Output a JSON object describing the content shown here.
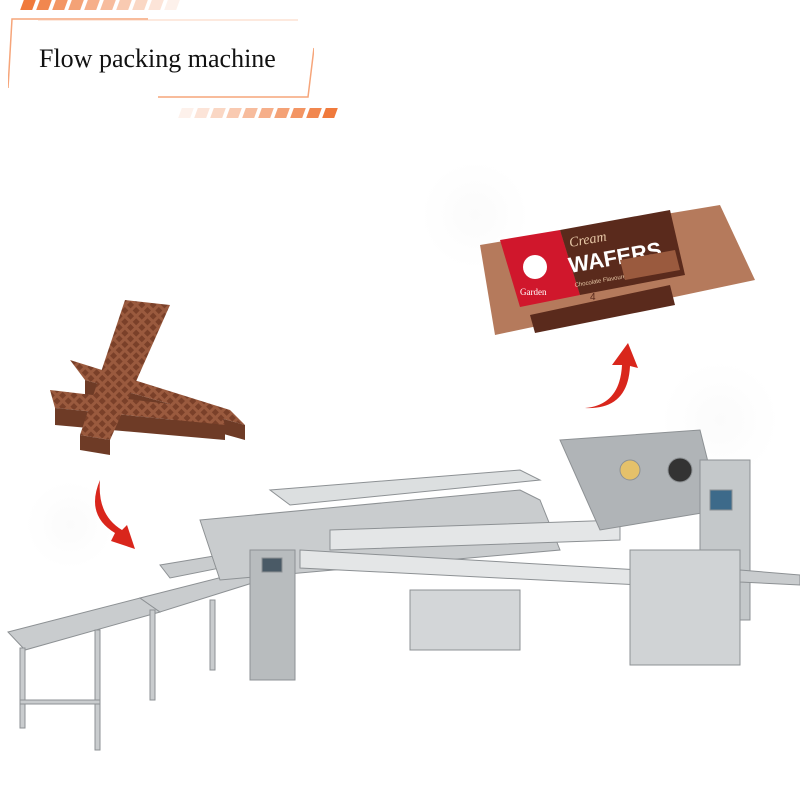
{
  "title": "Flow packing machine",
  "colors": {
    "accent": "#f07a3c",
    "arrow": "#d9261c",
    "wafer": "#8a4e35",
    "package_red": "#d0172c",
    "package_brown": "#5a2a1c",
    "steel": "#c9ccce"
  },
  "product_package": {
    "brand_logo": "Garden",
    "name_script": "Cream",
    "name": "WAFERS",
    "flavour": "Chocolate Flavoured",
    "count": "4"
  },
  "icons": {
    "input_arrow": "curved-arrow-down-right-icon",
    "output_arrow": "curved-arrow-up-icon"
  }
}
